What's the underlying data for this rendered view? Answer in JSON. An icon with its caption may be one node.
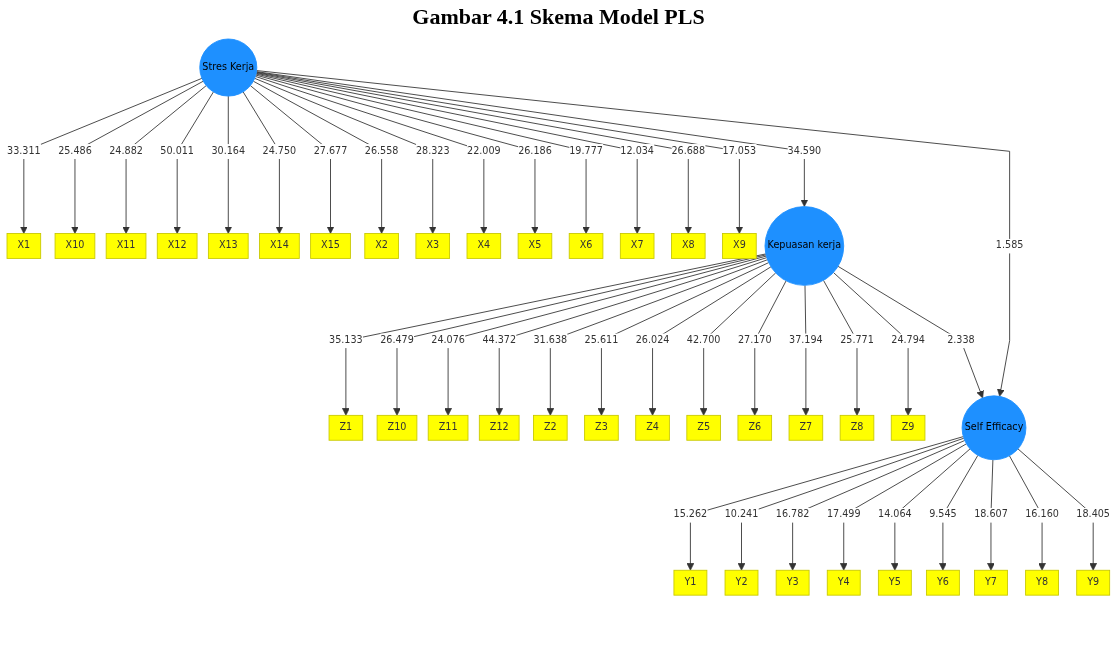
{
  "diagram": {
    "title": "Gambar 4.1 Skema Model PLS",
    "nodes": [
      {
        "text": [
          "Z1"
        ]
      },
      {
        "text": [
          "Z10"
        ]
      },
      {
        "text": [
          "Z11"
        ]
      },
      {
        "text": [
          "Z12"
        ]
      },
      {
        "text": [
          "Z2"
        ]
      },
      {
        "text": [
          "Z3"
        ]
      },
      {
        "text": [
          "Z4"
        ]
      },
      {
        "text": [
          "Z5"
        ]
      },
      {
        "text": [
          "Z6"
        ]
      },
      {
        "text": [
          "Z7"
        ]
      },
      {
        "text": [
          "Z8"
        ]
      },
      {
        "text": [
          "Z9"
        ]
      },
      {
        "text": [
          "X1"
        ]
      },
      {
        "text": [
          "X10"
        ]
      },
      {
        "text": [
          "X11"
        ]
      },
      {
        "text": [
          "X12"
        ]
      },
      {
        "text": [
          "X13"
        ]
      },
      {
        "text": [
          "X14"
        ]
      },
      {
        "text": [
          "X15"
        ]
      },
      {
        "text": [
          "X2"
        ]
      },
      {
        "text": [
          "X3"
        ]
      },
      {
        "text": [
          "X4"
        ]
      },
      {
        "text": [
          "X5"
        ]
      },
      {
        "text": [
          "X6"
        ]
      },
      {
        "text": [
          "X7"
        ]
      },
      {
        "text": [
          "X8"
        ]
      },
      {
        "text": [
          "X9"
        ]
      },
      {
        "text": [
          "Kepuasan kerja"
        ]
      },
      {
        "text": [
          "Y1"
        ]
      },
      {
        "text": [
          "Y2"
        ]
      },
      {
        "text": [
          "Y3"
        ]
      },
      {
        "text": [
          "Y4"
        ]
      },
      {
        "text": [
          "Y5"
        ]
      },
      {
        "text": [
          "Y6"
        ]
      },
      {
        "text": [
          "Y7"
        ]
      },
      {
        "text": [
          "Y8"
        ]
      },
      {
        "text": [
          "Y9"
        ]
      },
      {
        "text": [
          "Stres Kerja"
        ]
      },
      {
        "text": [
          "Self Efficacy"
        ]
      }
    ],
    "edges": [
      {
        "from": 37,
        "to": 27,
        "arrow": "to",
        "label": "34.590"
      },
      {
        "from": 27,
        "to": 38,
        "arrow": "to",
        "label": "2.338"
      },
      {
        "from": 37,
        "to": 38,
        "arrow": "to",
        "label": "1.585"
      },
      {
        "from": 27,
        "to": 0,
        "arrow": "to",
        "label": "35.133"
      },
      {
        "from": 27,
        "to": 1,
        "arrow": "to",
        "label": "26.479"
      },
      {
        "from": 27,
        "to": 2,
        "arrow": "to",
        "label": "24.076"
      },
      {
        "from": 27,
        "to": 3,
        "arrow": "to",
        "label": "44.372"
      },
      {
        "from": 27,
        "to": 4,
        "arrow": "to",
        "label": "31.638"
      },
      {
        "from": 27,
        "to": 5,
        "arrow": "to",
        "label": "25.611"
      },
      {
        "from": 27,
        "to": 6,
        "arrow": "to",
        "label": "26.024"
      },
      {
        "from": 27,
        "to": 7,
        "arrow": "to",
        "label": "42.700"
      },
      {
        "from": 27,
        "to": 8,
        "arrow": "to",
        "label": "27.170"
      },
      {
        "from": 27,
        "to": 9,
        "arrow": "to",
        "label": "37.194"
      },
      {
        "from": 27,
        "to": 10,
        "arrow": "to",
        "label": "25.771"
      },
      {
        "from": 27,
        "to": 11,
        "arrow": "to",
        "label": "24.794"
      },
      {
        "from": 37,
        "to": 12,
        "arrow": "to",
        "label": "33.311"
      },
      {
        "from": 37,
        "to": 13,
        "arrow": "to",
        "label": "25.486"
      },
      {
        "from": 37,
        "to": 14,
        "arrow": "to",
        "label": "24.882"
      },
      {
        "from": 37,
        "to": 15,
        "arrow": "to",
        "label": "50.011"
      },
      {
        "from": 37,
        "to": 16,
        "arrow": "to",
        "label": "30.164"
      },
      {
        "from": 37,
        "to": 17,
        "arrow": "to",
        "label": "24.750"
      },
      {
        "from": 37,
        "to": 18,
        "arrow": "to",
        "label": "27.677"
      },
      {
        "from": 37,
        "to": 19,
        "arrow": "to",
        "label": "26.558"
      },
      {
        "from": 37,
        "to": 20,
        "arrow": "to",
        "label": "28.323"
      },
      {
        "from": 37,
        "to": 21,
        "arrow": "to",
        "label": "22.009"
      },
      {
        "from": 37,
        "to": 22,
        "arrow": "to",
        "label": "26.186"
      },
      {
        "from": 37,
        "to": 23,
        "arrow": "to",
        "label": "19.777"
      },
      {
        "from": 37,
        "to": 24,
        "arrow": "to",
        "label": "12.034"
      },
      {
        "from": 37,
        "to": 25,
        "arrow": "to",
        "label": "26.688"
      },
      {
        "from": 37,
        "to": 26,
        "arrow": "to",
        "label": "17.053"
      },
      {
        "from": 38,
        "to": 28,
        "arrow": "to",
        "label": "15.262"
      },
      {
        "from": 38,
        "to": 29,
        "arrow": "to",
        "label": "10.241"
      },
      {
        "from": 38,
        "to": 30,
        "arrow": "to",
        "label": "16.782"
      },
      {
        "from": 38,
        "to": 31,
        "arrow": "to",
        "label": "17.499"
      },
      {
        "from": 38,
        "to": 32,
        "arrow": "to",
        "label": "14.064"
      },
      {
        "from": 38,
        "to": 33,
        "arrow": "to",
        "label": "9.545"
      },
      {
        "from": 38,
        "to": 34,
        "arrow": "to",
        "label": "18.607"
      },
      {
        "from": 38,
        "to": 35,
        "arrow": "to",
        "label": "16.160"
      },
      {
        "from": 38,
        "to": 36,
        "arrow": "to",
        "label": "18.405"
      }
    ]
  }
}
